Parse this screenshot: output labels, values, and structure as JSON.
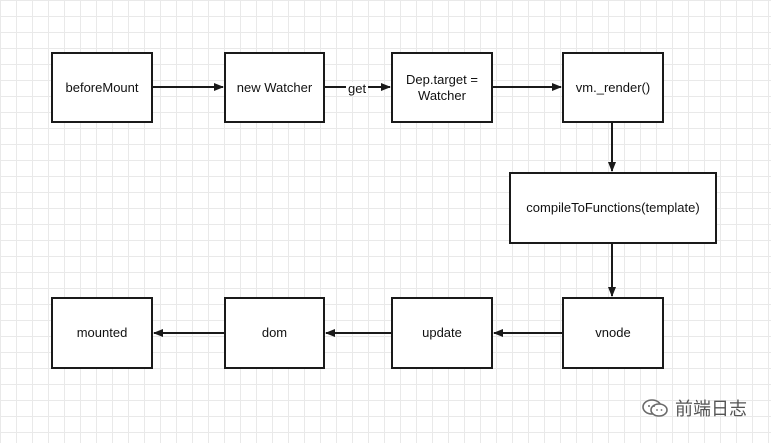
{
  "nodes": {
    "before_mount": "beforeMount",
    "new_watcher": "new Watcher",
    "dep_target_line1": "Dep.target =",
    "dep_target_line2": "Watcher",
    "vm_render": "vm._render()",
    "compile": "compileToFunctions(template)",
    "vnode": "vnode",
    "update": "update",
    "dom": "dom",
    "mounted": "mounted"
  },
  "edges": {
    "get_label": "get"
  },
  "watermark": {
    "text": "前端日志",
    "icon": "wechat-icon"
  }
}
